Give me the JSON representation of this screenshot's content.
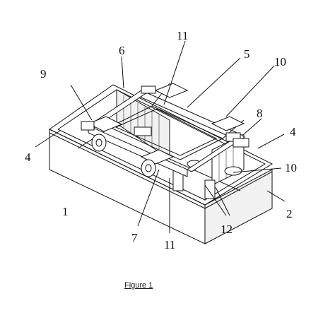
{
  "figure": {
    "caption": "Figure 1",
    "labels": {
      "l1": "1",
      "l2": "2",
      "l4a": "4",
      "l4b": "4",
      "l5": "5",
      "l6": "6",
      "l7": "7",
      "l8": "8",
      "l9": "9",
      "l10a": "10",
      "l10b": "10",
      "l11a": "11",
      "l11b": "11",
      "l12": "12"
    }
  }
}
